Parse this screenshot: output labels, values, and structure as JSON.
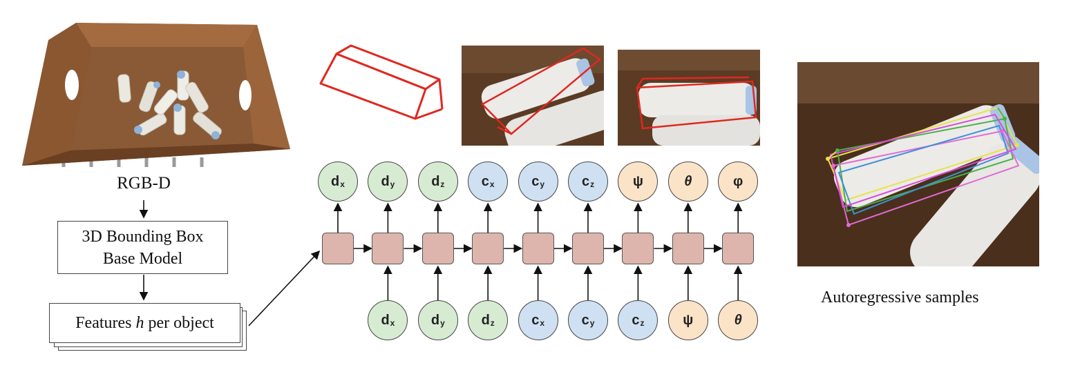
{
  "left": {
    "input_label": "RGB-D",
    "model_line1": "3D Bounding Box",
    "model_line2": "Base Model",
    "features_prefix": "Features ",
    "features_var": "h",
    "features_suffix": " per object"
  },
  "rnn": {
    "outputs": [
      {
        "sym": "d",
        "sub": "x",
        "group": "green"
      },
      {
        "sym": "d",
        "sub": "y",
        "group": "green"
      },
      {
        "sym": "d",
        "sub": "z",
        "group": "green"
      },
      {
        "sym": "c",
        "sub": "x",
        "group": "blue"
      },
      {
        "sym": "c",
        "sub": "y",
        "group": "blue"
      },
      {
        "sym": "c",
        "sub": "z",
        "group": "blue"
      },
      {
        "sym": "ψ",
        "sub": "",
        "group": "orange"
      },
      {
        "sym": "θ",
        "sub": "",
        "group": "orange"
      },
      {
        "sym": "φ",
        "sub": "",
        "group": "orange"
      }
    ],
    "inputs": [
      {
        "sym": "d",
        "sub": "x",
        "group": "green"
      },
      {
        "sym": "d",
        "sub": "y",
        "group": "green"
      },
      {
        "sym": "d",
        "sub": "z",
        "group": "green"
      },
      {
        "sym": "c",
        "sub": "x",
        "group": "blue"
      },
      {
        "sym": "c",
        "sub": "y",
        "group": "blue"
      },
      {
        "sym": "c",
        "sub": "z",
        "group": "blue"
      },
      {
        "sym": "ψ",
        "sub": "",
        "group": "orange"
      },
      {
        "sym": "θ",
        "sub": "",
        "group": "orange"
      }
    ]
  },
  "right": {
    "caption": "Autoregressive samples"
  },
  "colors": {
    "bbox_red": "#e0281f",
    "cell_fill": "#ddb5ad",
    "green": "#d7ebd3",
    "blue": "#cfe0f2",
    "orange": "#fbe3c8"
  }
}
